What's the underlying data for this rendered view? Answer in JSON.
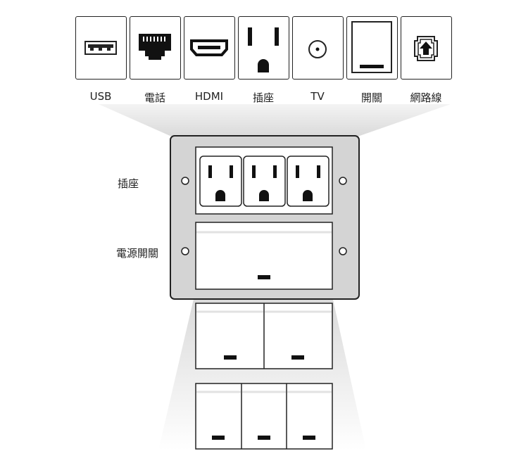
{
  "icons": [
    {
      "label": "USB",
      "icon": "usb-port-icon"
    },
    {
      "label": "電話",
      "icon": "telephone-jack-icon"
    },
    {
      "label": "HDMI",
      "icon": "hdmi-port-icon"
    },
    {
      "label": "插座",
      "icon": "power-outlet-icon"
    },
    {
      "label": "TV",
      "icon": "tv-coax-icon"
    },
    {
      "label": "開關",
      "icon": "switch-icon"
    },
    {
      "label": "網路線",
      "icon": "network-jack-icon"
    }
  ],
  "panel": {
    "outlet_label": "插座",
    "switch_label": "電源開關"
  },
  "colors": {
    "stroke": "#222222",
    "plate": "#ffffff",
    "frame_fill": "#d4d4d4",
    "highlight_beam": "#e6e6e6"
  }
}
